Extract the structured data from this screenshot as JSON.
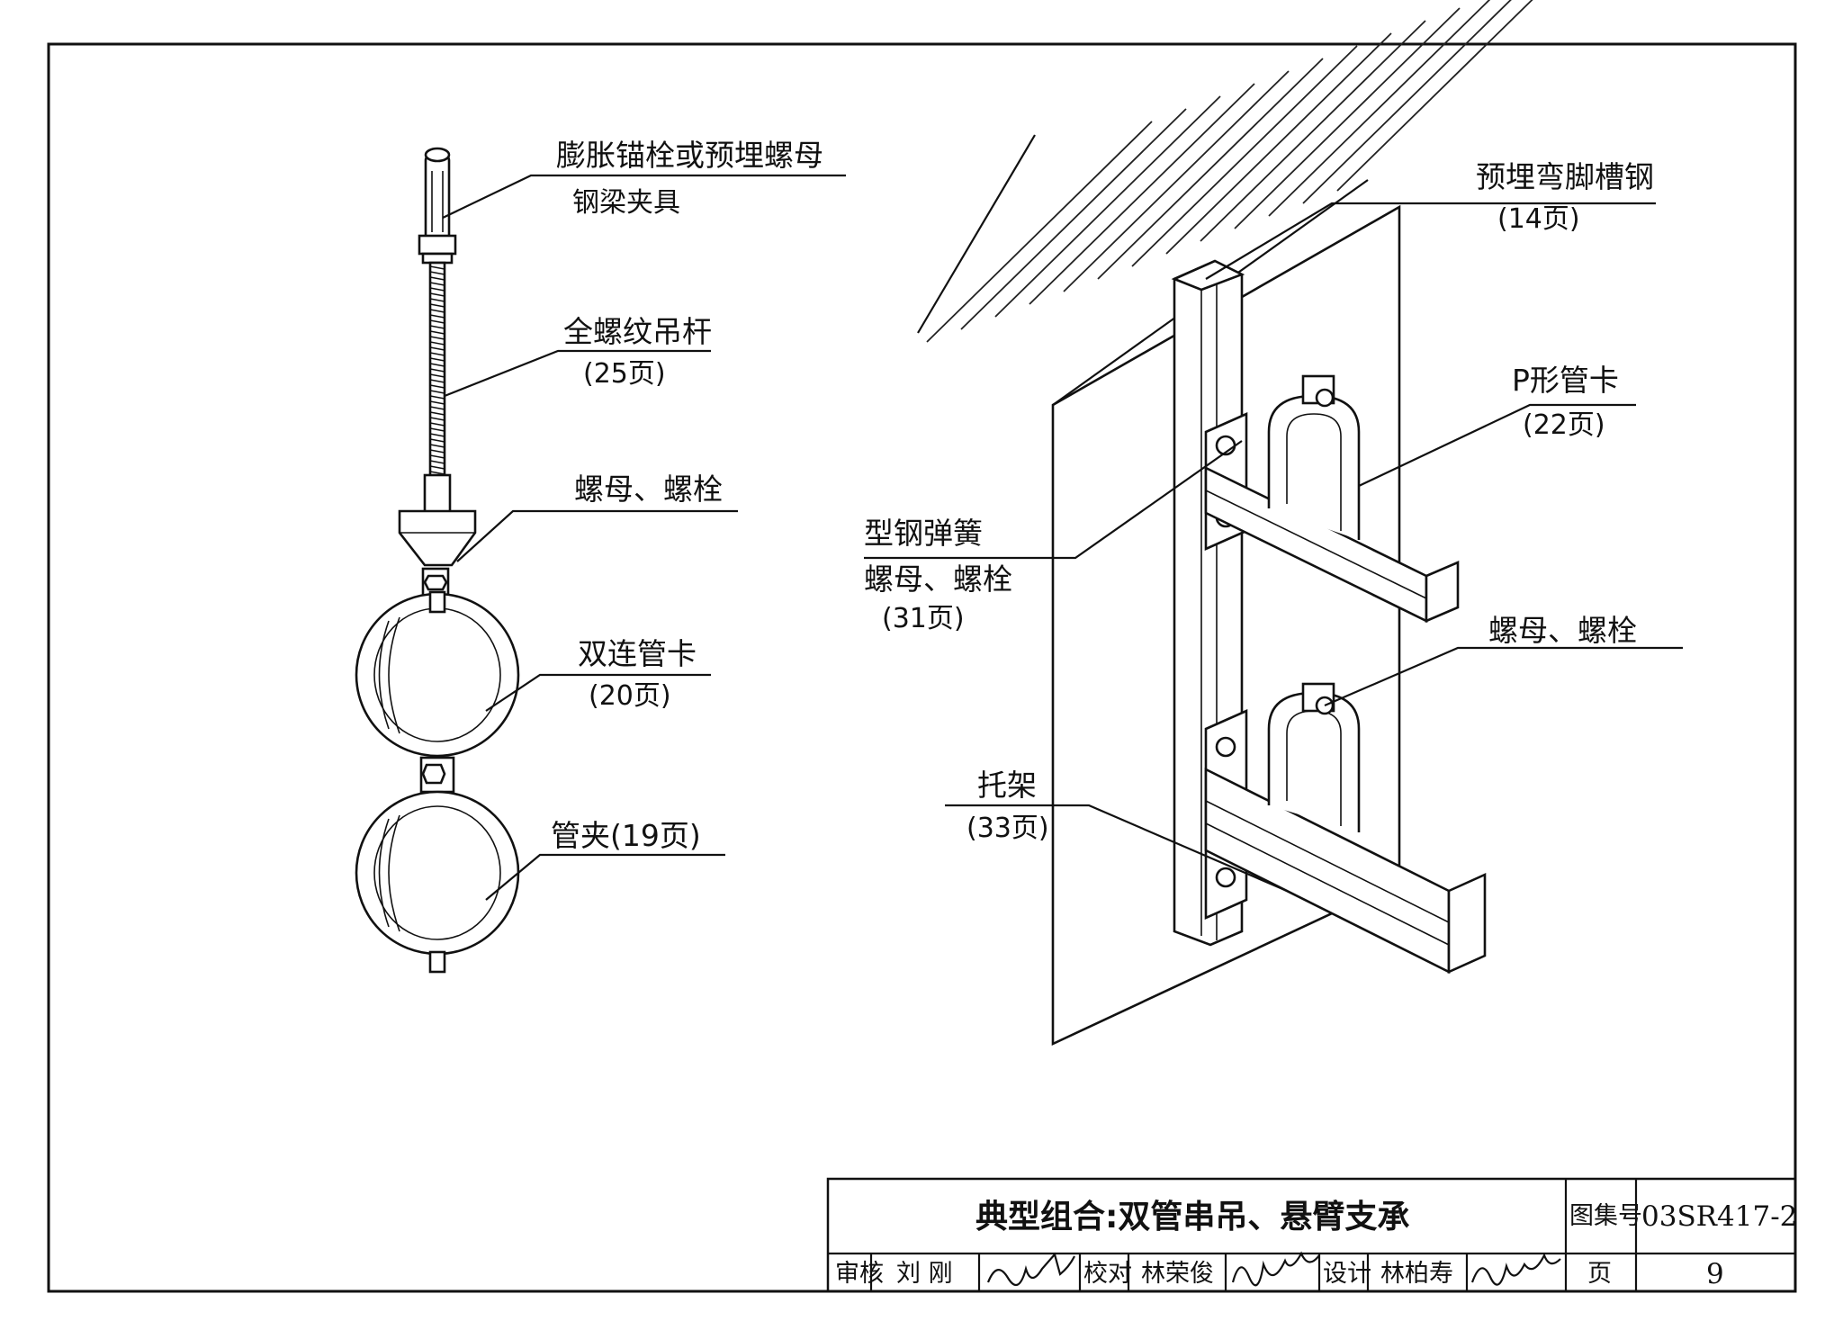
{
  "left_assembly": {
    "anchor_label": "膨胀锚栓或预埋螺母",
    "beam_clamp_label": "钢梁夹具",
    "rod_label": "全螺纹吊杆",
    "rod_page": "(25页)",
    "nut_bolt_label": "螺母、螺栓",
    "double_clamp_label": "双连管卡",
    "double_clamp_page": "(20页)",
    "pipe_clamp_label": "管夹(19页)"
  },
  "right_assembly": {
    "channel_label": "预埋弯脚槽钢",
    "channel_page": "(14页)",
    "p_clamp_label": "P形管卡",
    "p_clamp_page": "(22页)",
    "spring_nut_label_1": "型钢弹簧",
    "spring_nut_label_2": "螺母、螺栓",
    "spring_nut_page": "(31页)",
    "nut_bolt_label": "螺母、螺栓",
    "bracket_label": "托架",
    "bracket_page": "(33页)"
  },
  "title_block": {
    "title": "典型组合:双管串吊、悬臂支承",
    "atlas_no_label": "图集号",
    "atlas_no": "03SR417-2",
    "review_label": "审核",
    "reviewer": "刘  刚",
    "check_label": "校对",
    "checker": "林荣俊",
    "design_label": "设计",
    "designer": "林柏寿",
    "page_label": "页",
    "page_no": "9"
  }
}
